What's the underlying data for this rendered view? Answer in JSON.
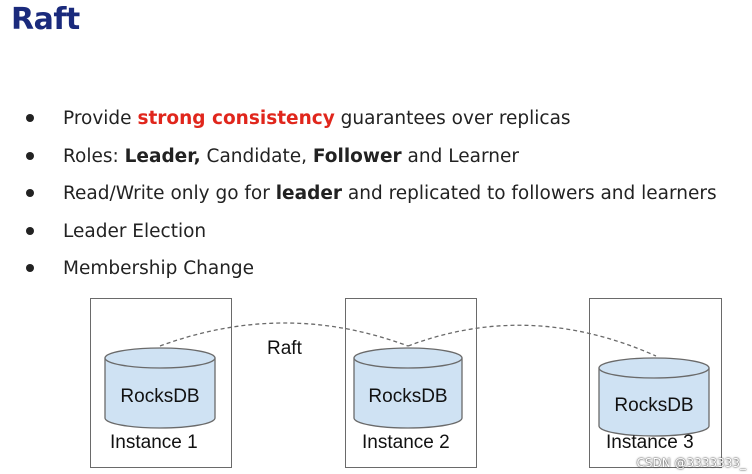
{
  "slide": {
    "title": "Raft",
    "bullets": [
      {
        "pre": "Provide ",
        "em": "strong consistency",
        "post": " guarantees over replicas"
      },
      {
        "pre": "Roles: ",
        "b1": "Leader,",
        "mid1": " Candidate, ",
        "b2": "Follower",
        "post": " and Learner"
      },
      {
        "pre": "Read/Write only go for ",
        "b1": "leader",
        "post": " and replicated to followers and learners"
      },
      {
        "text": "Leader Election"
      },
      {
        "text": "Membership Change"
      }
    ]
  },
  "diagram": {
    "connection_label": "Raft",
    "instances": [
      {
        "label": "Instance 1",
        "db": "RocksDB"
      },
      {
        "label": "Instance 2",
        "db": "RocksDB"
      },
      {
        "label": "Instance 3",
        "db": "RocksDB"
      }
    ],
    "colors": {
      "cylinder_fill": "#cfe2f3",
      "stroke": "#6a6a6a"
    }
  },
  "watermark": "CSDN @3333333_"
}
